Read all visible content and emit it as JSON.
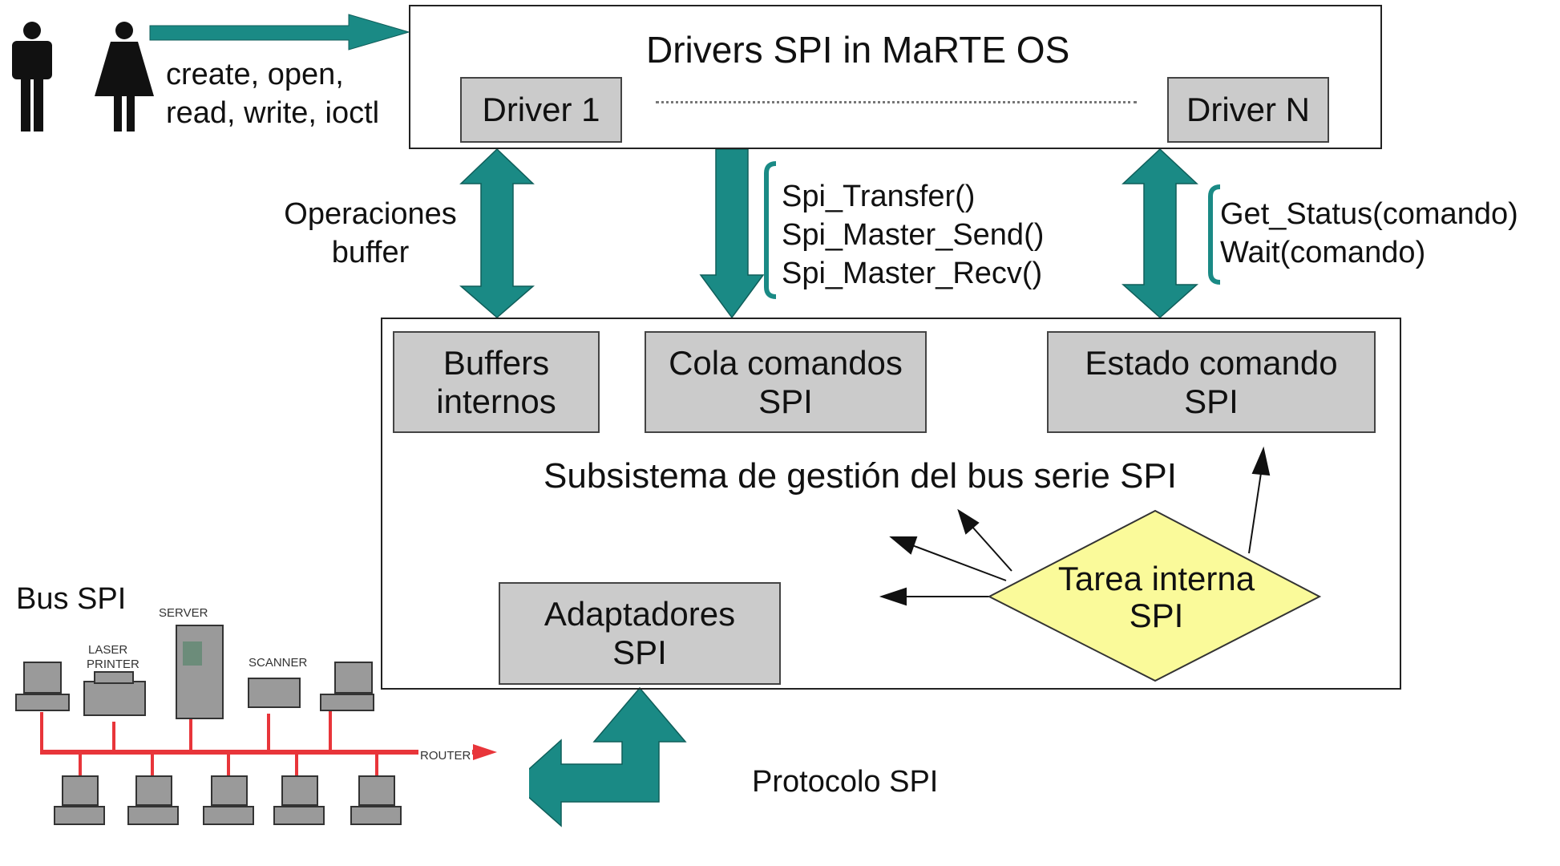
{
  "title": "Drivers SPI in MaRTE OS",
  "drivers": {
    "first": "Driver 1",
    "last": "Driver N"
  },
  "user_calls": {
    "line1": "create, open,",
    "line2": "read, write, ioctl"
  },
  "buffer_ops": {
    "line1": "Operaciones",
    "line2": "buffer"
  },
  "spi_functions": [
    "Spi_Transfer()",
    "Spi_Master_Send()",
    "Spi_Master_Recv()"
  ],
  "status_functions": [
    "Get_Status(comando)",
    "Wait(comando)"
  ],
  "subsystem": {
    "title": "Subsistema de gestión del bus serie SPI",
    "buffers": {
      "line1": "Buffers",
      "line2": "internos"
    },
    "queue": {
      "line1": "Cola comandos",
      "line2": "SPI"
    },
    "status": {
      "line1": "Estado comando",
      "line2": "SPI"
    },
    "adapters": {
      "line1": "Adaptadores",
      "line2": "SPI"
    },
    "task": {
      "line1": "Tarea interna",
      "line2": "SPI"
    }
  },
  "protocol": "Protocolo SPI",
  "bus": {
    "label": "Bus SPI",
    "devices": {
      "server": "SERVER",
      "laser": "LASER",
      "printer": "PRINTER",
      "scanner": "SCANNER",
      "router": "ROUTER"
    }
  },
  "colors": {
    "arrow": "#1a8a85",
    "box": "#cbcbcb",
    "diamond": "#fafa9a",
    "bus_line": "#e8353a"
  }
}
